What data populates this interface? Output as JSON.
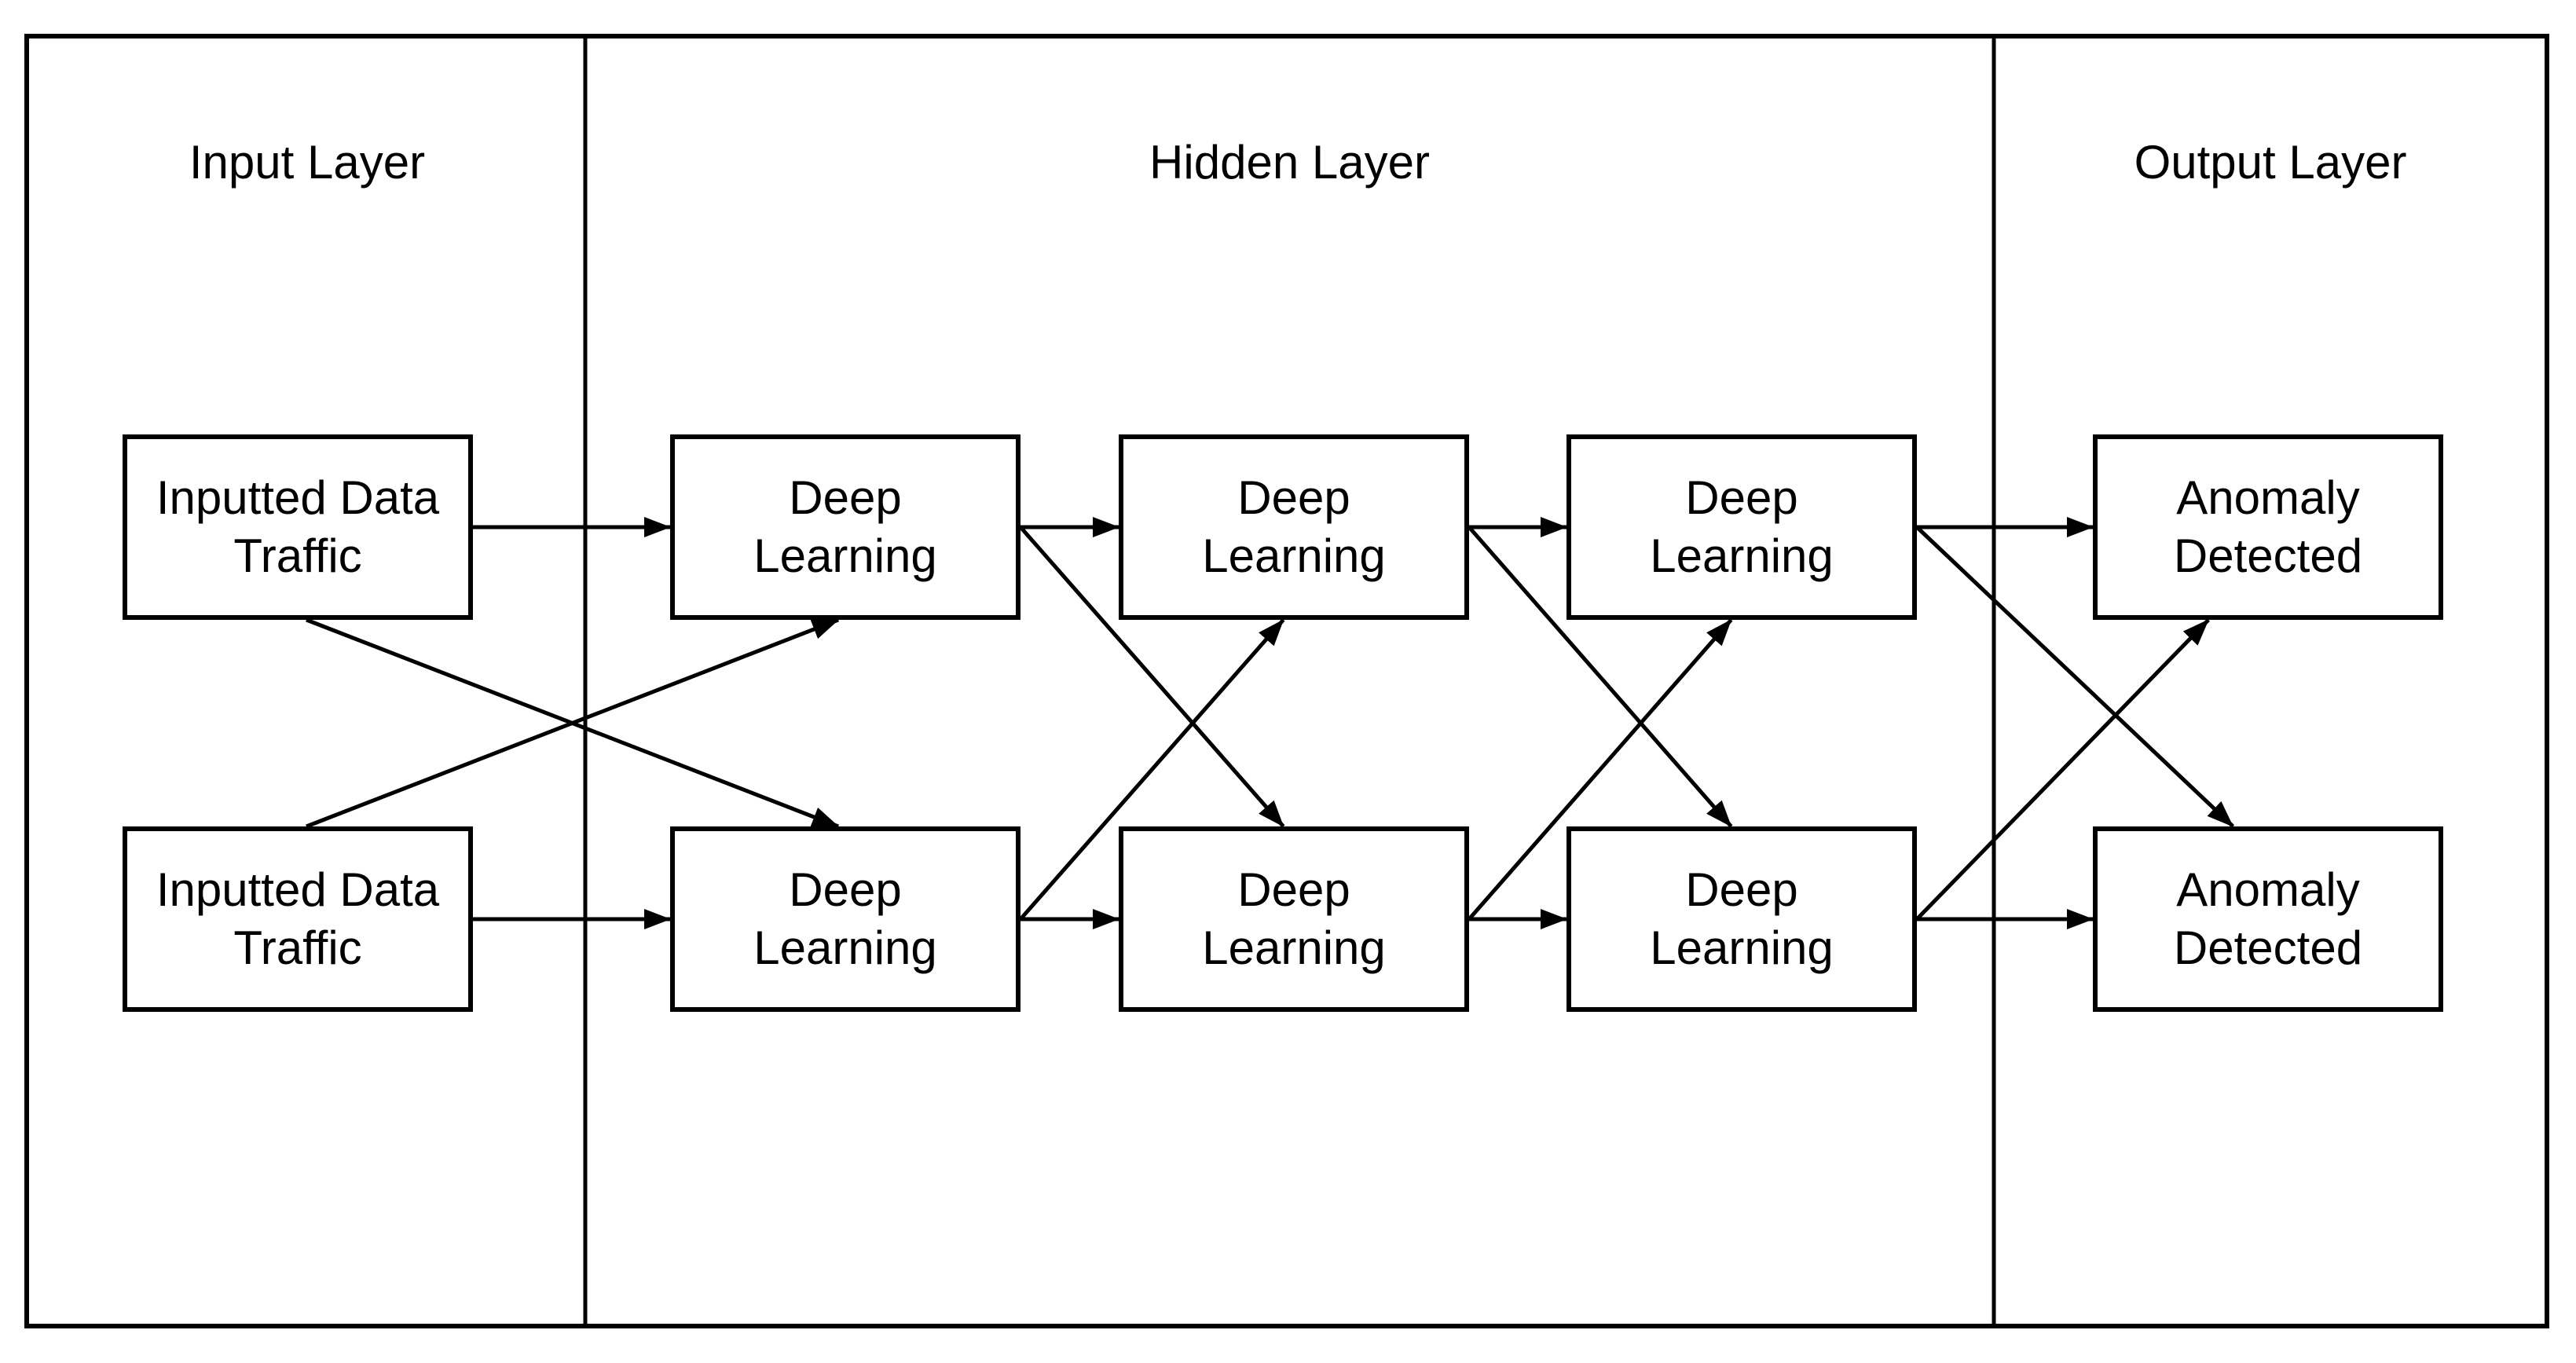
{
  "diagram": {
    "colors": {
      "stroke": "#000000",
      "background": "#ffffff",
      "text": "#000000"
    },
    "sections": [
      {
        "id": "input",
        "title": "Input Layer"
      },
      {
        "id": "hidden",
        "title": "Hidden Layer"
      },
      {
        "id": "output",
        "title": "Output Layer"
      }
    ],
    "nodes": [
      {
        "id": "input-top",
        "section": "input",
        "label": "Inputted Data\nTraffic"
      },
      {
        "id": "input-bottom",
        "section": "input",
        "label": "Inputted Data\nTraffic"
      },
      {
        "id": "hidden-1-top",
        "section": "hidden",
        "label": "Deep\nLearning"
      },
      {
        "id": "hidden-1-bottom",
        "section": "hidden",
        "label": "Deep\nLearning"
      },
      {
        "id": "hidden-2-top",
        "section": "hidden",
        "label": "Deep\nLearning"
      },
      {
        "id": "hidden-2-bottom",
        "section": "hidden",
        "label": "Deep\nLearning"
      },
      {
        "id": "hidden-3-top",
        "section": "hidden",
        "label": "Deep\nLearning"
      },
      {
        "id": "hidden-3-bottom",
        "section": "hidden",
        "label": "Deep\nLearning"
      },
      {
        "id": "output-top",
        "section": "output",
        "label": "Anomaly\nDetected"
      },
      {
        "id": "output-bottom",
        "section": "output",
        "label": "Anomaly\nDetected"
      }
    ],
    "edges": [
      {
        "from": "input-top",
        "to": "hidden-1-top",
        "type": "straight"
      },
      {
        "from": "input-bottom",
        "to": "hidden-1-bottom",
        "type": "straight"
      },
      {
        "from": "input-top",
        "to": "hidden-1-bottom",
        "type": "cross"
      },
      {
        "from": "input-bottom",
        "to": "hidden-1-top",
        "type": "cross"
      },
      {
        "from": "hidden-1-top",
        "to": "hidden-2-top",
        "type": "straight"
      },
      {
        "from": "hidden-1-bottom",
        "to": "hidden-2-bottom",
        "type": "straight"
      },
      {
        "from": "hidden-1-top",
        "to": "hidden-2-bottom",
        "type": "cross"
      },
      {
        "from": "hidden-1-bottom",
        "to": "hidden-2-top",
        "type": "cross"
      },
      {
        "from": "hidden-2-top",
        "to": "hidden-3-top",
        "type": "straight"
      },
      {
        "from": "hidden-2-bottom",
        "to": "hidden-3-bottom",
        "type": "straight"
      },
      {
        "from": "hidden-2-top",
        "to": "hidden-3-bottom",
        "type": "cross"
      },
      {
        "from": "hidden-2-bottom",
        "to": "hidden-3-top",
        "type": "cross"
      },
      {
        "from": "hidden-3-top",
        "to": "output-top",
        "type": "straight"
      },
      {
        "from": "hidden-3-bottom",
        "to": "output-bottom",
        "type": "straight"
      },
      {
        "from": "hidden-3-top",
        "to": "output-bottom",
        "type": "cross"
      },
      {
        "from": "hidden-3-bottom",
        "to": "output-top",
        "type": "cross"
      }
    ]
  }
}
